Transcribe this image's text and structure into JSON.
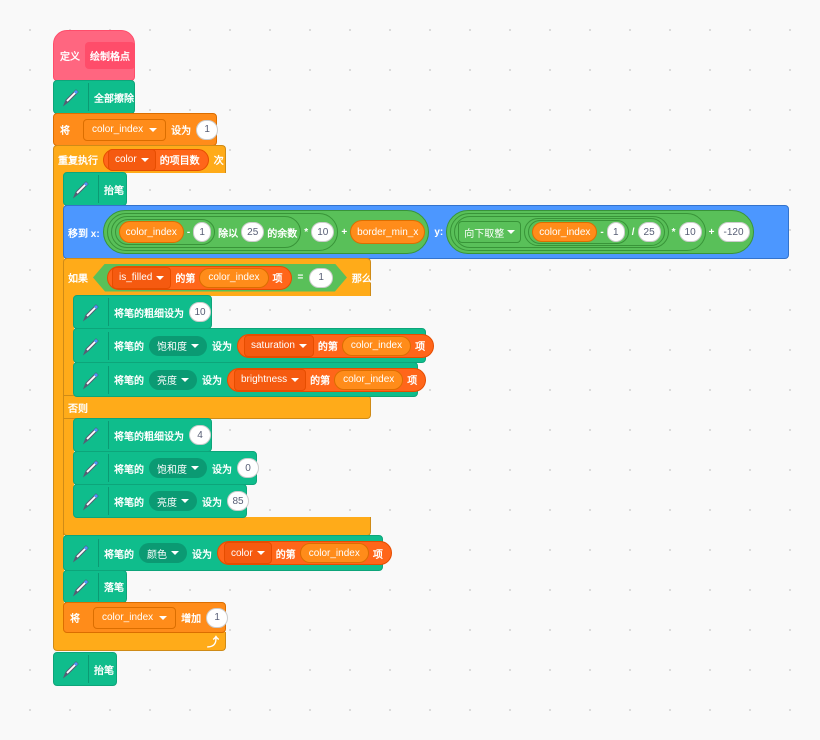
{
  "colors": {
    "define": "#FF6680",
    "pen": "#0FBD8C",
    "variables": "#FF8C1A",
    "control": "#FFAB19",
    "motion": "#4C97FF",
    "operators": "#59C059",
    "lists": "#FF661A"
  },
  "define": {
    "label": "定义",
    "name": "绘制格点"
  },
  "clear": {
    "label": "全部擦除"
  },
  "set_var": {
    "label1": "将",
    "var": "color_index",
    "label2": "设为",
    "value": "1"
  },
  "repeat": {
    "label": "重复执行",
    "list": "color",
    "list_suffix": "的项目数",
    "label2": "次"
  },
  "pen_up_1": {
    "label": "抬笔"
  },
  "goto": {
    "label_x": "移到 x:",
    "x": {
      "var": "color_index",
      "minus": "-",
      "one": "1",
      "mod_label": "除以",
      "mod_value": "25",
      "mod_suffix": "的余数",
      "times": "*",
      "ten": "10",
      "plus": "+",
      "offset": "border_min_x"
    },
    "label_y": "y:",
    "y": {
      "func": "向下取整",
      "var": "color_index",
      "minus": "-",
      "one": "1",
      "div": "/",
      "divisor": "25",
      "times": "*",
      "ten": "10",
      "plus": "+",
      "offset": "-120"
    }
  },
  "if": {
    "label": "如果",
    "list": "is_filled",
    "item_label": "的第",
    "index": "color_index",
    "item_suffix": "项",
    "eq": "=",
    "value": "1",
    "then": "那么",
    "else": "否则"
  },
  "then_blocks": {
    "size": {
      "label": "将笔的粗细设为",
      "value": "10"
    },
    "sat": {
      "label": "将笔的",
      "param": "饱和度",
      "set": "设为",
      "list": "saturation",
      "item_label": "的第",
      "index": "color_index",
      "item_suffix": "项"
    },
    "bri": {
      "label": "将笔的",
      "param": "亮度",
      "set": "设为",
      "list": "brightness",
      "item_label": "的第",
      "index": "color_index",
      "item_suffix": "项"
    }
  },
  "else_blocks": {
    "size": {
      "label": "将笔的粗细设为",
      "value": "4"
    },
    "sat": {
      "label": "将笔的",
      "param": "饱和度",
      "set": "设为",
      "value": "0"
    },
    "bri": {
      "label": "将笔的",
      "param": "亮度",
      "set": "设为",
      "value": "85"
    }
  },
  "set_color": {
    "label": "将笔的",
    "param": "颜色",
    "set": "设为",
    "list": "color",
    "item_label": "的第",
    "index": "color_index",
    "item_suffix": "项"
  },
  "pen_down": {
    "label": "落笔"
  },
  "change_var": {
    "label1": "将",
    "var": "color_index",
    "label2": "增加",
    "value": "1"
  },
  "pen_up_2": {
    "label": "抬笔"
  }
}
